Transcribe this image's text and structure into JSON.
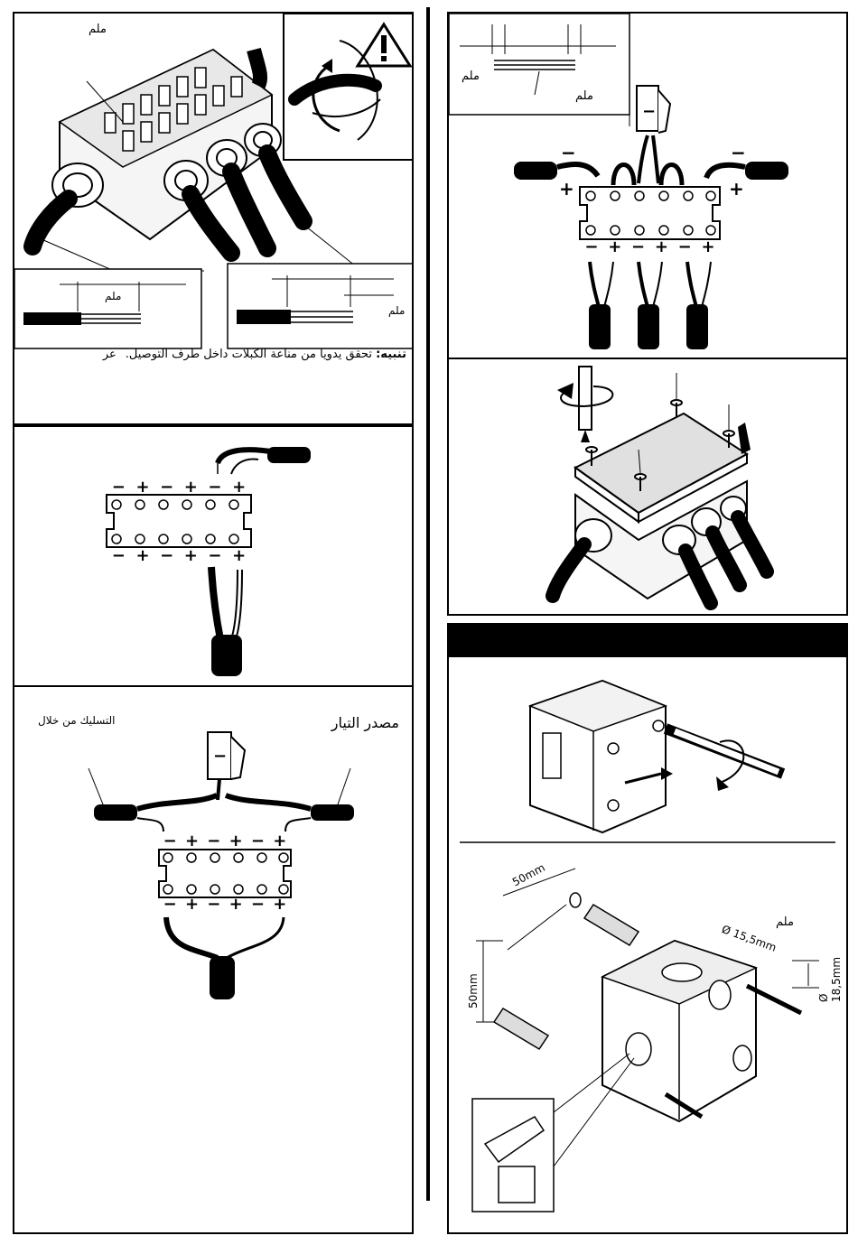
{
  "labels": {
    "mm": "ملم",
    "warning_bold": "تنبيه:",
    "warning_text": " تحقق يدويا من مناعة الكبلات داخل طرف التوصيل.",
    "warning_code": "عر",
    "power_source": "مصدر التيار",
    "wiring_through": "التسليك من خلال",
    "dim_50mm": "50mm",
    "dim_155": "Ø 15,5mm",
    "dim_185": "Ø 18,5mm"
  },
  "terminal_signs": {
    "top": [
      "−",
      "+",
      "−",
      "+",
      "−",
      "+"
    ],
    "bottom": [
      "−",
      "+",
      "−",
      "+",
      "−",
      "+"
    ]
  },
  "polarity": {
    "minus": "−",
    "plus": "+"
  }
}
